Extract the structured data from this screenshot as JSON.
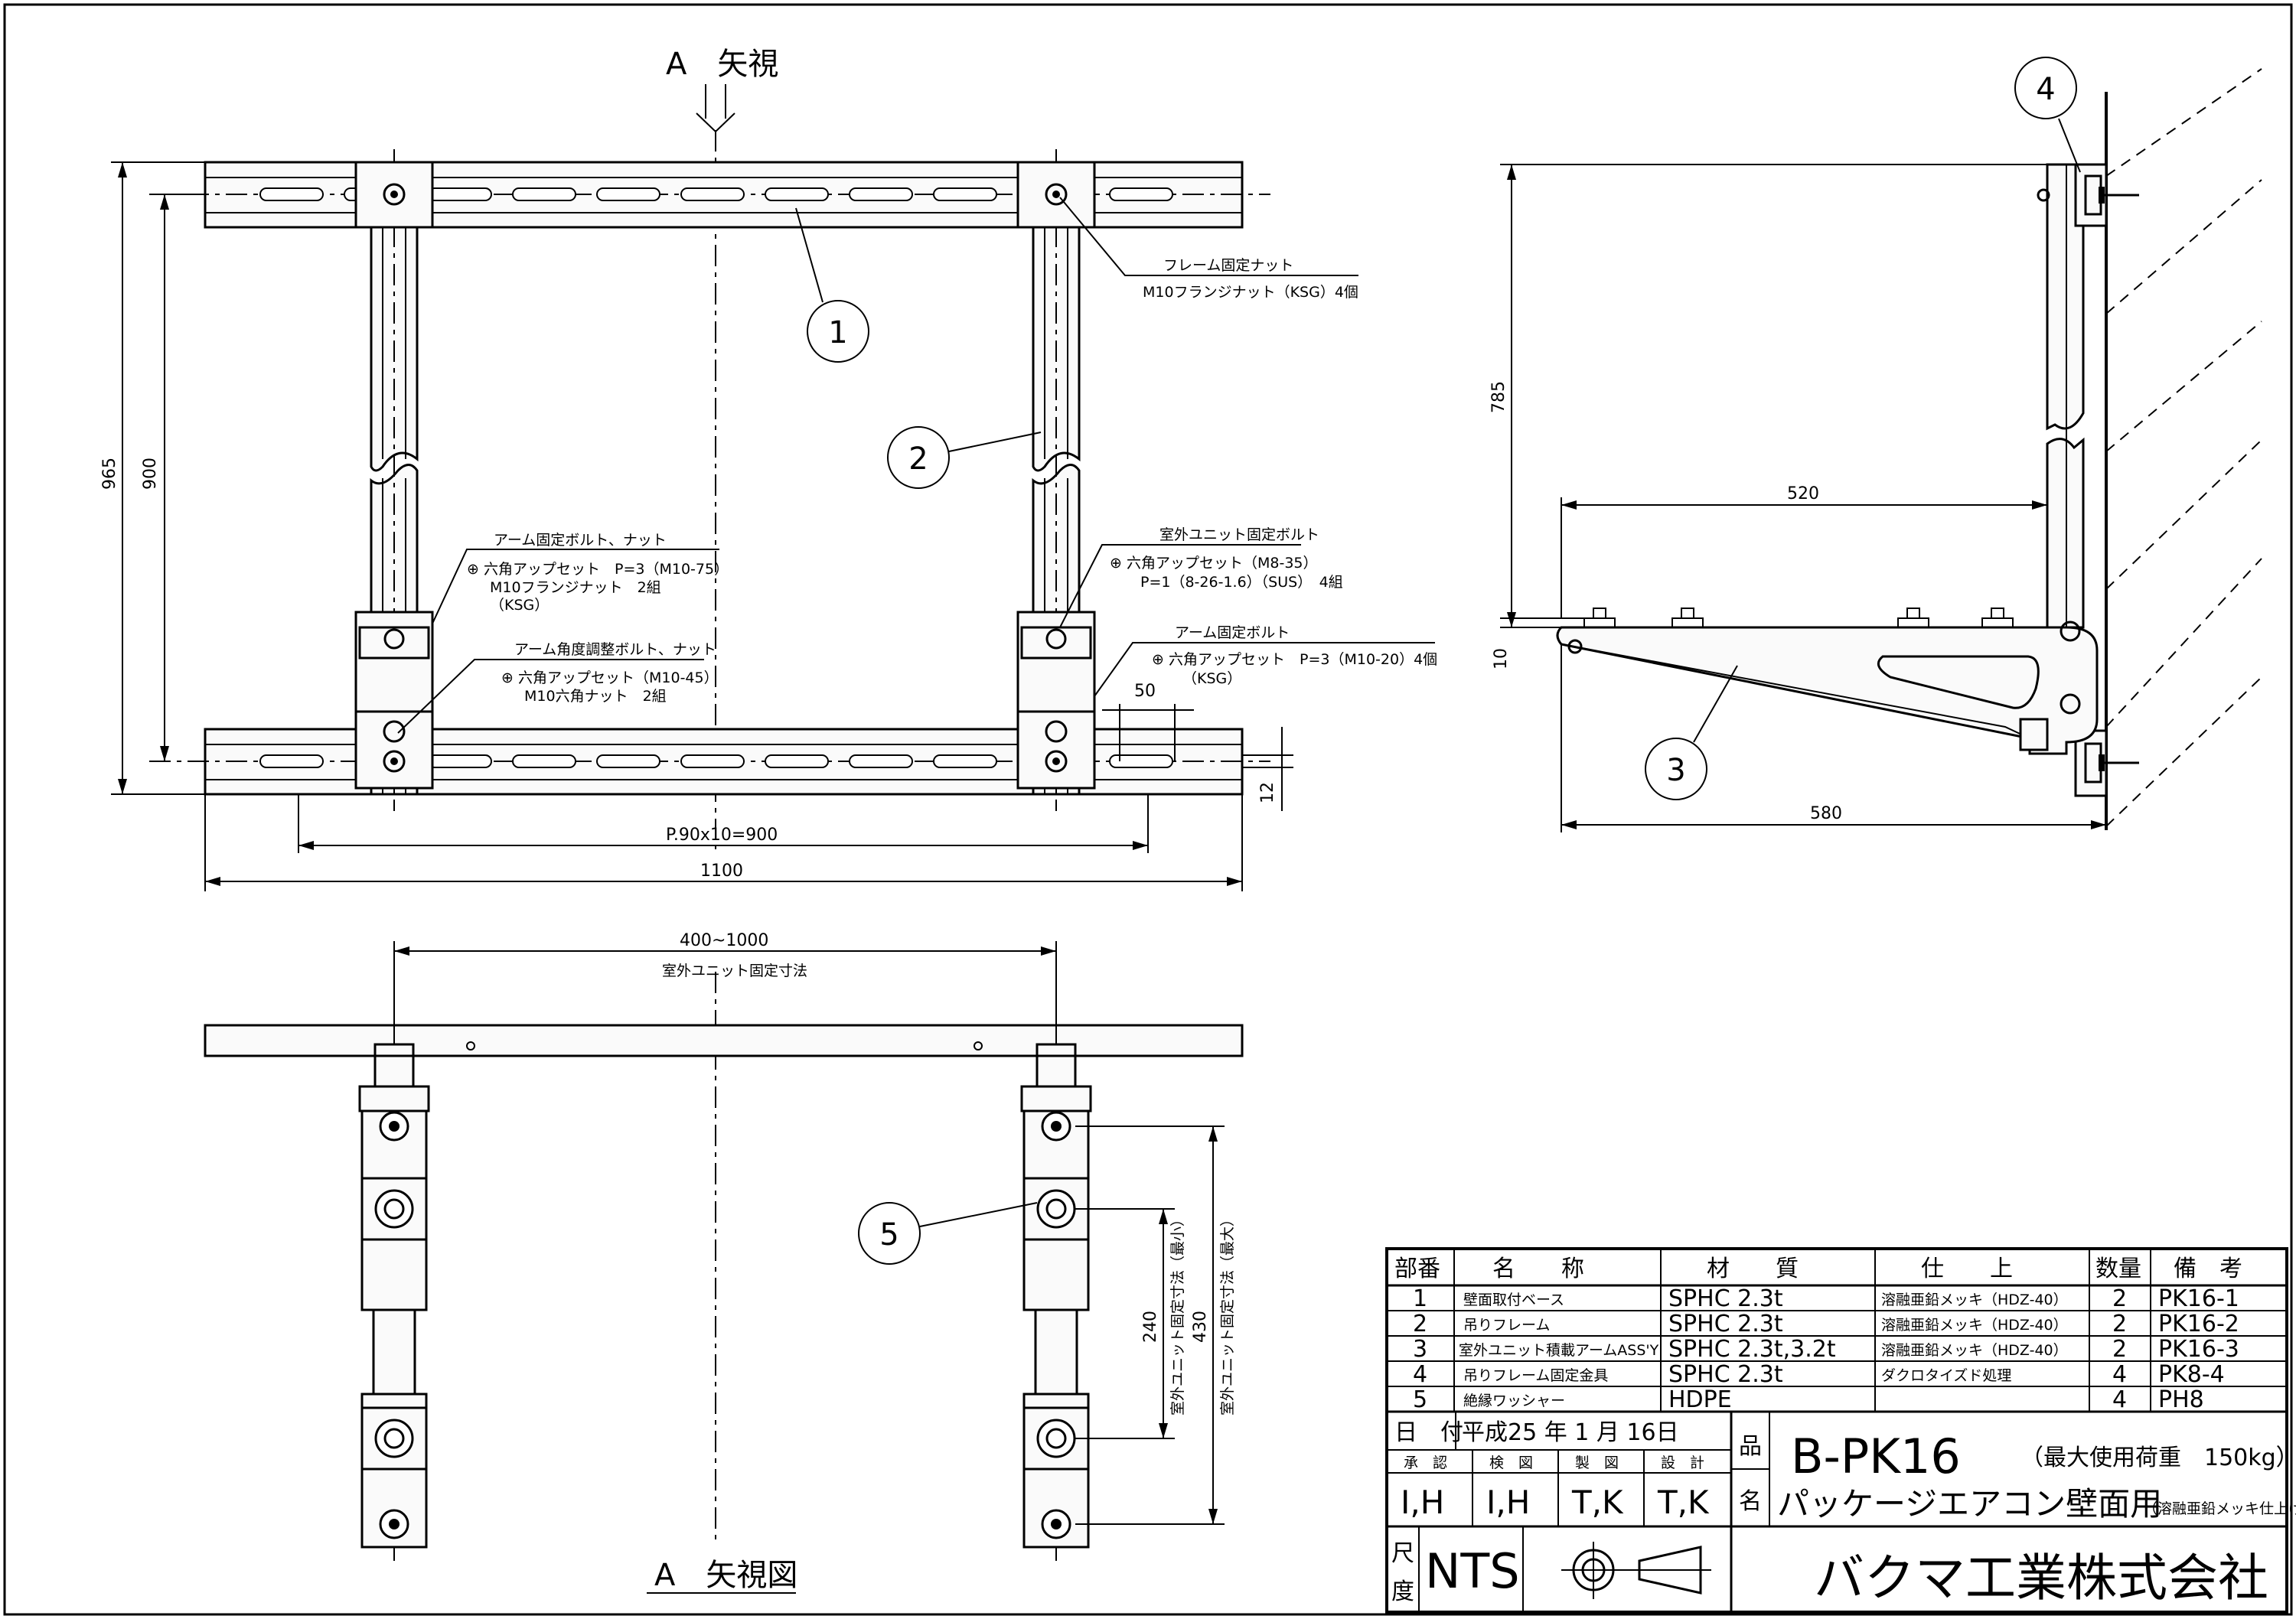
{
  "view_label_top": "A　矢視",
  "view_label_bottom": "A　矢視図",
  "balloons": [
    "1",
    "2",
    "3",
    "4",
    "5"
  ],
  "dimensions": {
    "d965": "965",
    "d900": "900",
    "d1100": "1100",
    "pitch": "P.90x10=900",
    "d50": "50",
    "d12": "12",
    "d785": "785",
    "d520": "520",
    "d580": "580",
    "d10": "10",
    "range": "400~1000",
    "range_note": "室外ユニット固定寸法",
    "d240": "240",
    "d240_note": "室外ユニット固定寸法（最小）",
    "d430": "430",
    "d430_note": "室外ユニット固定寸法（最大）"
  },
  "notes": {
    "frame_nut_title": "フレーム固定ナット",
    "frame_nut_spec": "M10フランジナット（KSG）4個",
    "arm_bolt_title": "アーム固定ボルト、ナット",
    "arm_bolt_spec1": "六角アップセット　P=3（M10-75）",
    "arm_bolt_spec2": "M10フランジナット　2組",
    "arm_bolt_spec3": "（KSG）",
    "arm_angle_title": "アーム角度調整ボルト、ナット",
    "arm_angle_spec1": "六角アップセット（M10-45）",
    "arm_angle_spec2": "M10六角ナット　2組",
    "unit_bolt_title": "室外ユニット固定ボルト",
    "unit_bolt_spec1": "六角アップセット（M8-35）",
    "unit_bolt_spec2": "P=1（8-26-1.6）（SUS）　4組",
    "arm_fix_title": "アーム固定ボルト",
    "arm_fix_spec1": "六角アップセット　P=3（M10-20）4個",
    "arm_fix_spec2": "（KSG）"
  },
  "parts_table": {
    "headers": [
      "部番",
      "名　　称",
      "材　　質",
      "仕　　上",
      "数量",
      "備　考"
    ],
    "rows": [
      [
        "1",
        "壁面取付ベース",
        "SPHC 2.3t",
        "溶融亜鉛メッキ（HDZ-40）",
        "2",
        "PK16-1"
      ],
      [
        "2",
        "吊りフレーム",
        "SPHC 2.3t",
        "溶融亜鉛メッキ（HDZ-40）",
        "2",
        "PK16-2"
      ],
      [
        "3",
        "室外ユニット積載アームASS'Y",
        "SPHC 2.3t,3.2t",
        "溶融亜鉛メッキ（HDZ-40）",
        "2",
        "PK16-3"
      ],
      [
        "4",
        "吊りフレーム固定金具",
        "SPHC 2.3t",
        "ダクロタイズド処理",
        "4",
        "PK8-4"
      ],
      [
        "5",
        "絶縁ワッシャー",
        "HDPE",
        "",
        "4",
        "PH8"
      ]
    ]
  },
  "title_block": {
    "date_label": "日　付",
    "date_value": "平成25 年 1 月 16日",
    "role_labels": [
      "承　認",
      "検　図",
      "製　図",
      "設　計"
    ],
    "role_values": [
      "I,H",
      "I,H",
      "T,K",
      "T,K"
    ],
    "hin_label": "品",
    "mei_label": "名",
    "product_code": "B-PK16",
    "max_load": "（最大使用荷重　150kg）",
    "product_name": "パッケージエアコン壁面用",
    "finish_note": "（溶融亜鉛メッキ仕上げ）",
    "scale_label_1": "尺",
    "scale_label_2": "度",
    "scale_value": "NTS",
    "company": "バクマ工業株式会社"
  }
}
